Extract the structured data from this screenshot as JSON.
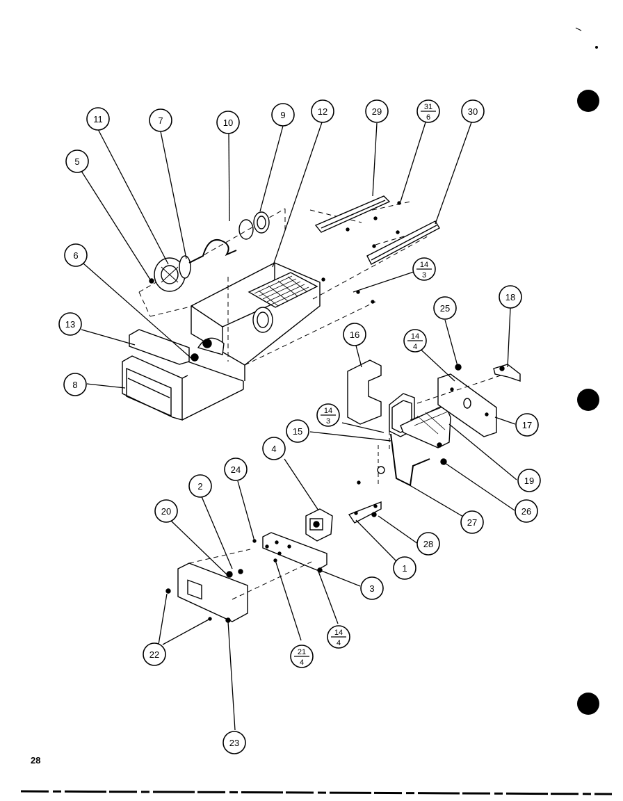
{
  "page_number": "28",
  "callouts": [
    {
      "id": "c1",
      "label": "1"
    },
    {
      "id": "c2",
      "label": "2"
    },
    {
      "id": "c3",
      "label": "3"
    },
    {
      "id": "c4",
      "label": "4"
    },
    {
      "id": "c5",
      "label": "5"
    },
    {
      "id": "c6",
      "label": "6"
    },
    {
      "id": "c7",
      "label": "7"
    },
    {
      "id": "c8",
      "label": "8"
    },
    {
      "id": "c9",
      "label": "9"
    },
    {
      "id": "c10",
      "label": "10"
    },
    {
      "id": "c11",
      "label": "11"
    },
    {
      "id": "c12",
      "label": "12"
    },
    {
      "id": "c13",
      "label": "13"
    },
    {
      "id": "c14a",
      "label": "14",
      "sub": "3"
    },
    {
      "id": "c14b",
      "label": "14",
      "sub": "4"
    },
    {
      "id": "c14c",
      "label": "14",
      "sub": "3"
    },
    {
      "id": "c14d",
      "label": "14",
      "sub": "4"
    },
    {
      "id": "c15",
      "label": "15"
    },
    {
      "id": "c16",
      "label": "16"
    },
    {
      "id": "c17",
      "label": "17"
    },
    {
      "id": "c18",
      "label": "18"
    },
    {
      "id": "c19",
      "label": "19"
    },
    {
      "id": "c20",
      "label": "20"
    },
    {
      "id": "c21",
      "label": "21",
      "sub": "4"
    },
    {
      "id": "c22",
      "label": "22"
    },
    {
      "id": "c23",
      "label": "23"
    },
    {
      "id": "c24",
      "label": "24"
    },
    {
      "id": "c25",
      "label": "25"
    },
    {
      "id": "c26",
      "label": "26"
    },
    {
      "id": "c27",
      "label": "27"
    },
    {
      "id": "c28",
      "label": "28"
    },
    {
      "id": "c29",
      "label": "29"
    },
    {
      "id": "c30",
      "label": "30"
    },
    {
      "id": "c31",
      "label": "31",
      "sub": "6"
    }
  ]
}
